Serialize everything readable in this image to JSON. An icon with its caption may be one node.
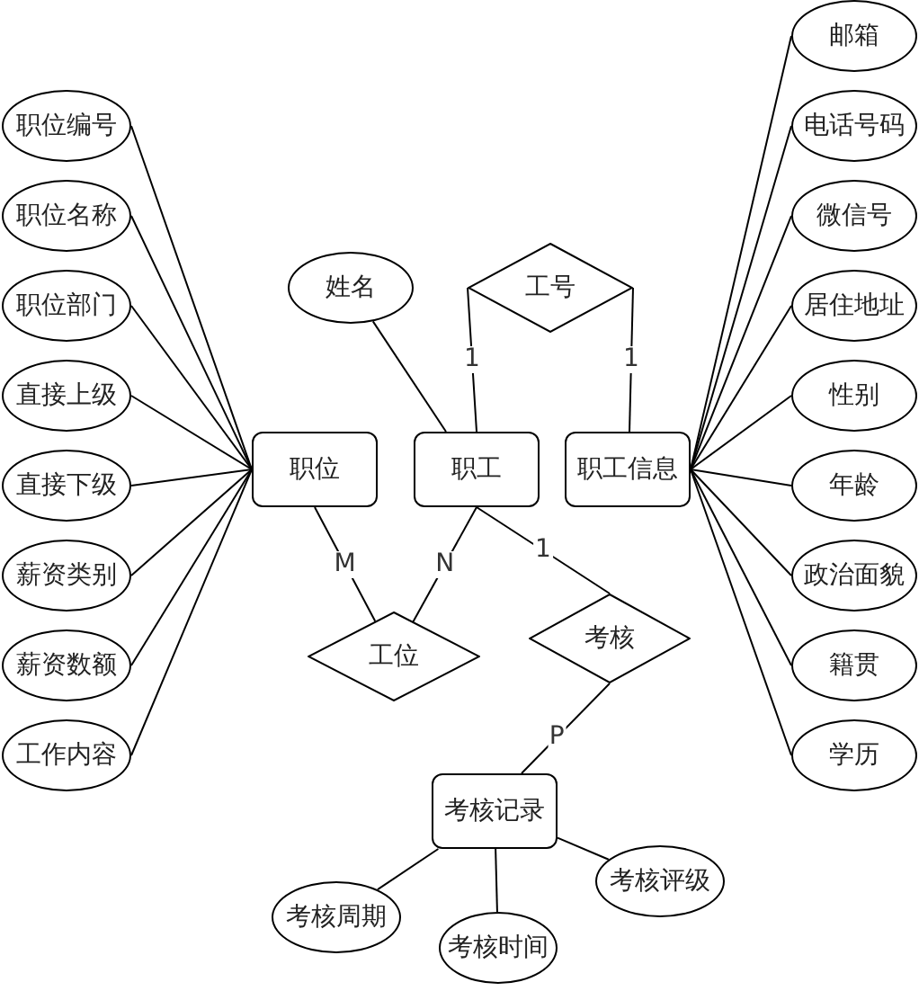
{
  "diagram": {
    "nodes": [
      {
        "text": [
          "职位"
        ]
      },
      {
        "text": [
          "职工"
        ]
      },
      {
        "text": [
          "职工信息"
        ]
      },
      {
        "text": [
          "工号"
        ]
      },
      {
        "text": [
          "姓名"
        ]
      },
      {
        "text": [
          "职位编号"
        ]
      },
      {
        "text": [
          "职位名称"
        ]
      },
      {
        "text": [
          "职位部门"
        ]
      },
      {
        "text": [
          "直接上级"
        ]
      },
      {
        "text": [
          "直接下级"
        ]
      },
      {
        "text": [
          "薪资类别"
        ]
      },
      {
        "text": [
          "薪资数额"
        ]
      },
      {
        "text": [
          "工作内容"
        ]
      },
      {
        "text": [
          "邮箱"
        ]
      },
      {
        "text": [
          "电话号码"
        ]
      },
      {
        "text": [
          "微信号"
        ]
      },
      {
        "text": [
          "居住地址"
        ]
      },
      {
        "text": [
          "性别"
        ]
      },
      {
        "text": [
          "年龄"
        ]
      },
      {
        "text": [
          "政治面貌"
        ]
      },
      {
        "text": [
          "籍贯"
        ]
      },
      {
        "text": [
          "学历"
        ]
      },
      {
        "text": [
          "工位"
        ]
      },
      {
        "text": [
          "考核"
        ]
      },
      {
        "text": [
          "考核记录"
        ]
      },
      {
        "text": [
          "考核周期"
        ]
      },
      {
        "text": [
          "考核时间"
        ]
      },
      {
        "text": [
          "考核评级"
        ]
      }
    ],
    "edges": [
      {
        "from": 5,
        "to": 0,
        "arrow": "none"
      },
      {
        "from": 6,
        "to": 0,
        "arrow": "none"
      },
      {
        "from": 7,
        "to": 0,
        "arrow": "none"
      },
      {
        "from": 8,
        "to": 0,
        "arrow": "none"
      },
      {
        "from": 9,
        "to": 0,
        "arrow": "none"
      },
      {
        "from": 10,
        "to": 0,
        "arrow": "none"
      },
      {
        "from": 11,
        "to": 0,
        "arrow": "none"
      },
      {
        "from": 12,
        "to": 0,
        "arrow": "none"
      },
      {
        "from": 13,
        "to": 2,
        "arrow": "none"
      },
      {
        "from": 14,
        "to": 2,
        "arrow": "none"
      },
      {
        "from": 15,
        "to": 2,
        "arrow": "none"
      },
      {
        "from": 16,
        "to": 2,
        "arrow": "none"
      },
      {
        "from": 17,
        "to": 2,
        "arrow": "none"
      },
      {
        "from": 18,
        "to": 2,
        "arrow": "none"
      },
      {
        "from": 19,
        "to": 2,
        "arrow": "none"
      },
      {
        "from": 20,
        "to": 2,
        "arrow": "none"
      },
      {
        "from": 21,
        "to": 2,
        "arrow": "none"
      },
      {
        "from": 4,
        "to": 1,
        "arrow": "none"
      },
      {
        "from": 3,
        "to": 1,
        "arrow": "none",
        "label": "1"
      },
      {
        "from": 3,
        "to": 2,
        "arrow": "none",
        "label": "1"
      },
      {
        "from": 0,
        "to": 22,
        "arrow": "none",
        "label": "M"
      },
      {
        "from": 1,
        "to": 22,
        "arrow": "none",
        "label": "N"
      },
      {
        "from": 1,
        "to": 23,
        "arrow": "none",
        "label": "1"
      },
      {
        "from": 23,
        "to": 24,
        "arrow": "none",
        "label": "P"
      },
      {
        "from": 24,
        "to": 25,
        "arrow": "none"
      },
      {
        "from": 24,
        "to": 26,
        "arrow": "none"
      },
      {
        "from": 24,
        "to": 27,
        "arrow": "none"
      }
    ]
  }
}
